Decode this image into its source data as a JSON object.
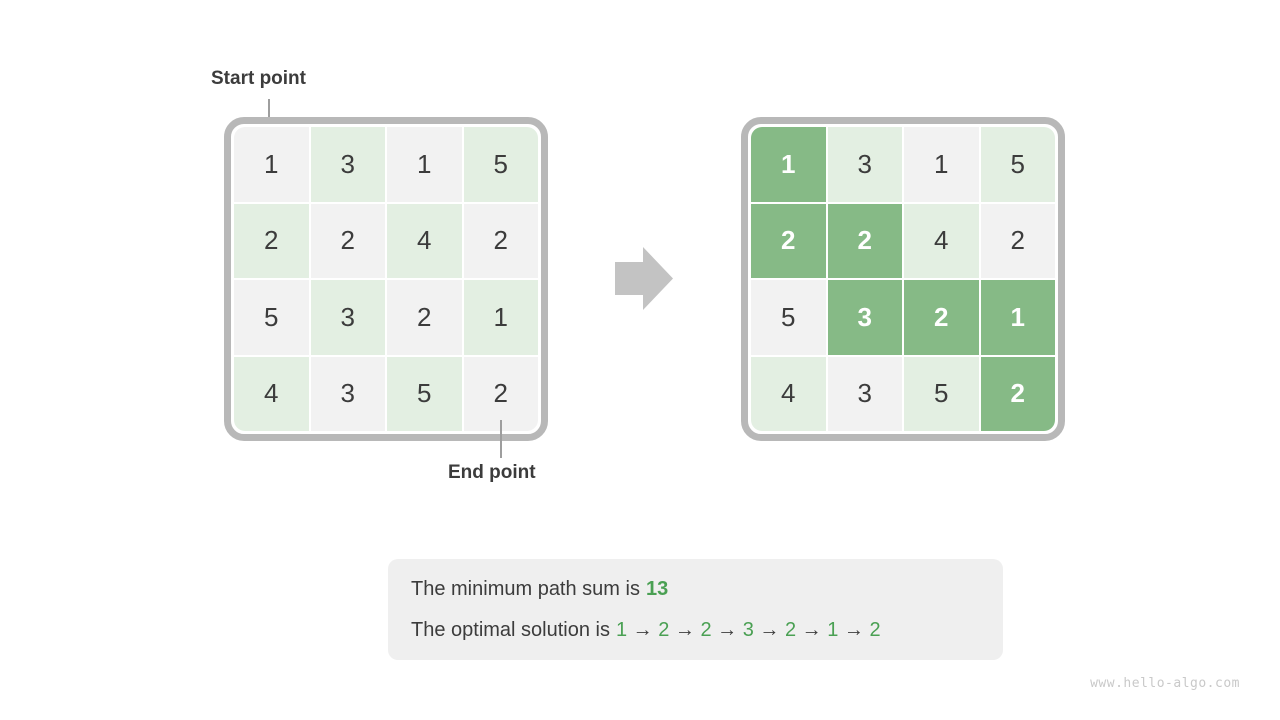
{
  "labels": {
    "start_point": "Start point",
    "end_point": "End point"
  },
  "grids": {
    "values": [
      [
        1,
        3,
        1,
        5
      ],
      [
        2,
        2,
        4,
        2
      ],
      [
        5,
        3,
        2,
        1
      ],
      [
        4,
        3,
        5,
        2
      ]
    ],
    "path_cells": [
      [
        0,
        0
      ],
      [
        1,
        0
      ],
      [
        1,
        1
      ],
      [
        2,
        1
      ],
      [
        2,
        2
      ],
      [
        2,
        3
      ],
      [
        3,
        3
      ]
    ]
  },
  "caption": {
    "line1_prefix": "The minimum path sum is",
    "min_path_sum": "13",
    "line2_prefix": "The optimal solution is",
    "solution_sequence": [
      1,
      2,
      2,
      3,
      2,
      1,
      2
    ],
    "separator": "→"
  },
  "watermark": "www.hello-algo.com",
  "colors": {
    "cell_gray": "#f2f2f2",
    "cell_light_green": "#e3efe2",
    "cell_path_green": "#86ba86",
    "grid_border": "#b8b8b8",
    "leader_line": "#9e9e9e",
    "arrow_gray": "#c3c3c3",
    "caption_bg": "#efefef",
    "text_dark": "#3c3c3c",
    "text_green": "#4aa053",
    "watermark_gray": "#c9c9c9"
  }
}
